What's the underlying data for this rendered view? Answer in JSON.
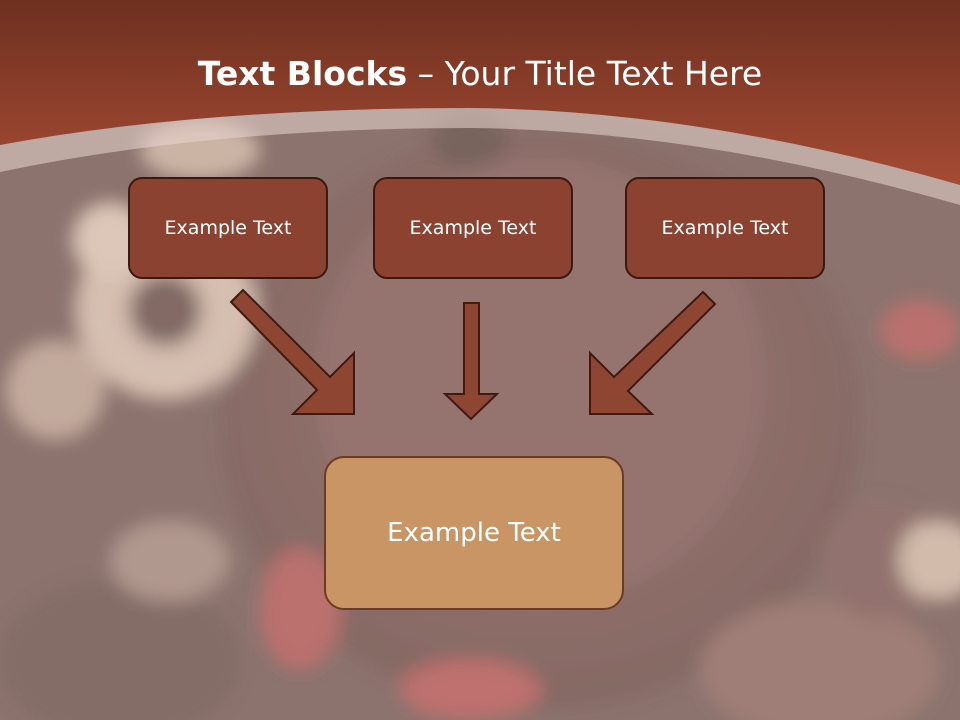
{
  "title": {
    "bold": "Text Blocks",
    "dash": " – ",
    "rest": "Your Title Text Here"
  },
  "blocks": [
    {
      "label": "Example Text"
    },
    {
      "label": "Example Text"
    },
    {
      "label": "Example Text"
    }
  ],
  "target": {
    "label": "Example Text"
  },
  "colors": {
    "header": "#a54b33",
    "header_dark": "#6e3020",
    "block_fill": "#8c4230",
    "block_border": "#3b1810",
    "target_fill": "#c99565",
    "target_border": "#6b3b22",
    "arrow_fill": "#8e4531",
    "arrow_stroke": "#3e1a10"
  }
}
